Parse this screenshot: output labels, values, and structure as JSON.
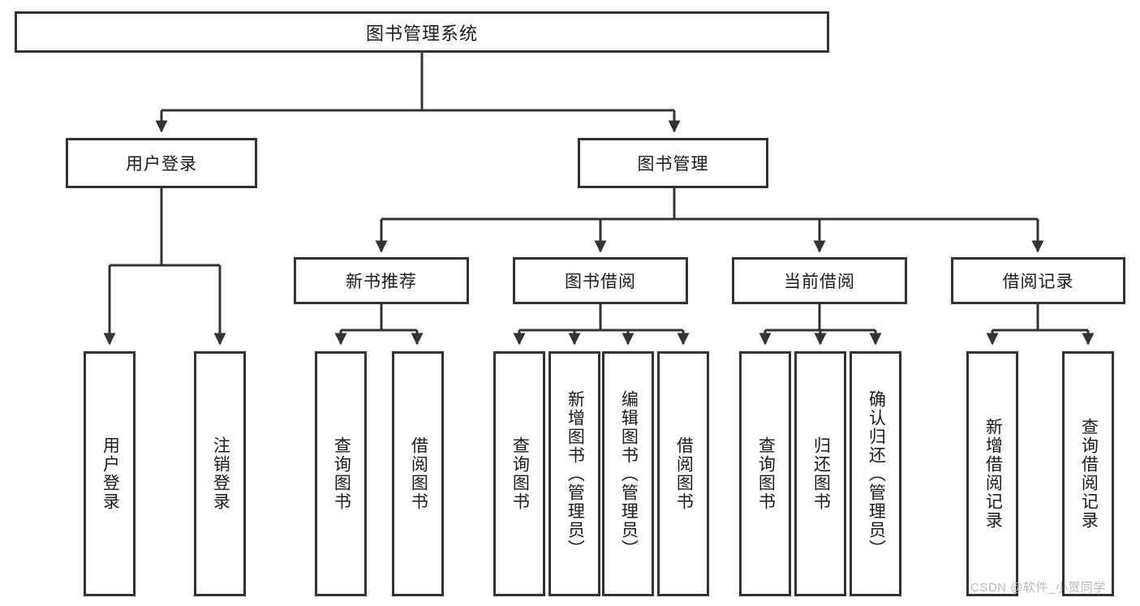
{
  "diagram": {
    "title": "图书管理系统",
    "type": "hierarchy-tree",
    "root": {
      "label": "图书管理系统"
    },
    "level2": [
      {
        "label": "用户登录"
      },
      {
        "label": "图书管理"
      }
    ],
    "level3": [
      {
        "label": "新书推荐"
      },
      {
        "label": "图书借阅"
      },
      {
        "label": "当前借阅"
      },
      {
        "label": "借阅记录"
      }
    ],
    "leaves": {
      "user_login": [
        {
          "label": "用户登录"
        },
        {
          "label": "注销登录"
        }
      ],
      "new_book_recommend": [
        {
          "label": "查询图书"
        },
        {
          "label": "借阅图书"
        }
      ],
      "book_borrow": [
        {
          "label": "查询图书"
        },
        {
          "label": "新增图书（管理员）"
        },
        {
          "label": "编辑图书（管理员）"
        },
        {
          "label": "借阅图书"
        }
      ],
      "current_borrow": [
        {
          "label": "查询图书"
        },
        {
          "label": "归还图书"
        },
        {
          "label": "确认归还（管理员）"
        }
      ],
      "borrow_records": [
        {
          "label": "新增借阅记录"
        },
        {
          "label": "查询借阅记录"
        }
      ]
    }
  },
  "watermark": {
    "text": "CSDN @软件_小贺同学"
  },
  "colors": {
    "border": "#333333",
    "background": "#ffffff",
    "text": "#1a1a1a",
    "watermark": "#b9b9b9"
  }
}
